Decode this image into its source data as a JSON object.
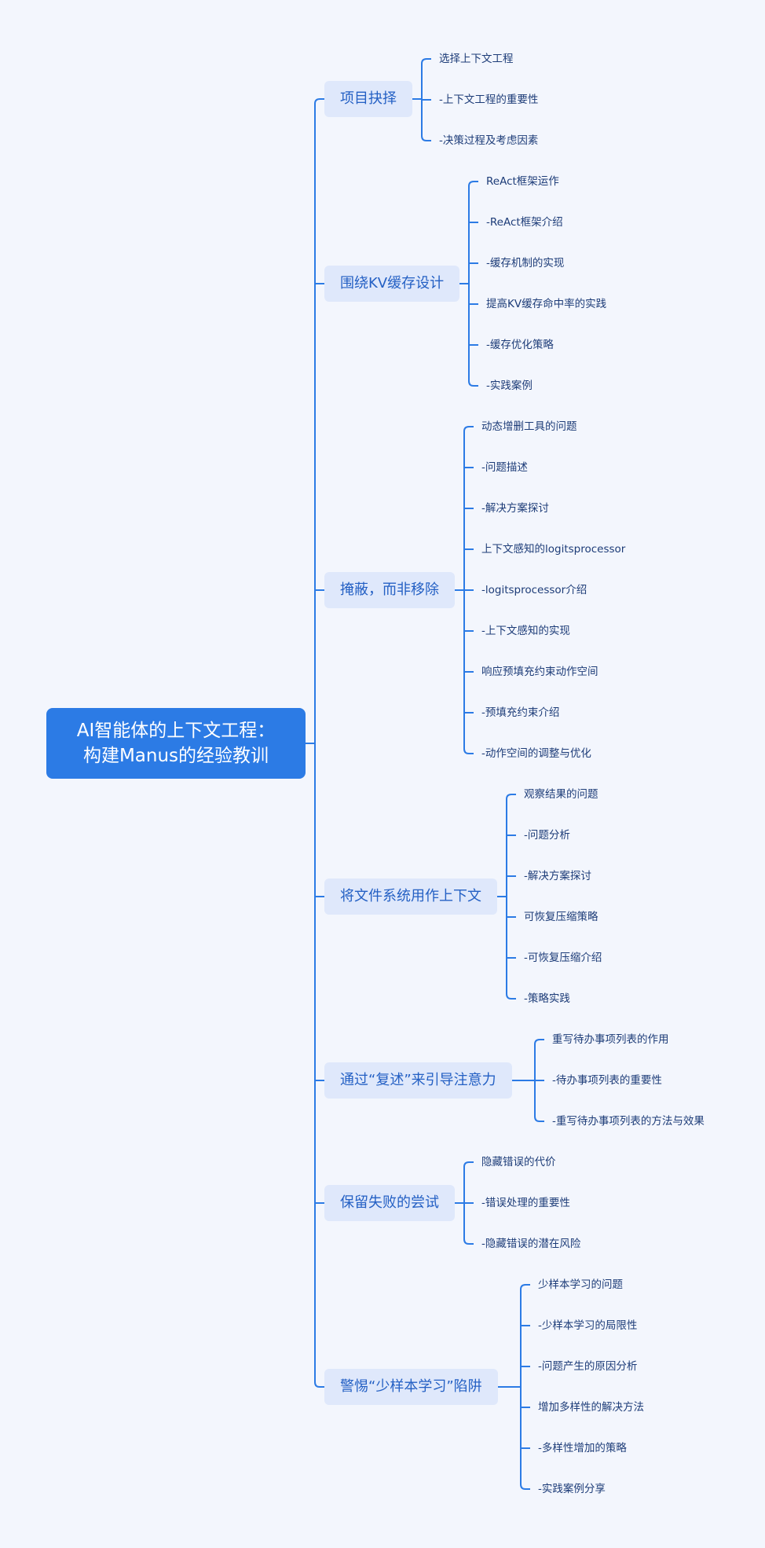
{
  "root": {
    "line1": "AI智能体的上下文工程：",
    "line2": "构建Manus的经验教训"
  },
  "branches": [
    {
      "label": "项目抉择",
      "children": [
        "选择上下文工程",
        "-上下文工程的重要性",
        "-决策过程及考虑因素"
      ]
    },
    {
      "label": "围绕KV缓存设计",
      "children": [
        "ReAct框架运作",
        "-ReAct框架介绍",
        "-缓存机制的实现",
        "提高KV缓存命中率的实践",
        "-缓存优化策略",
        "-实践案例"
      ]
    },
    {
      "label": "掩蔽，而非移除",
      "children": [
        "动态增删工具的问题",
        "-问题描述",
        "-解决方案探讨",
        "上下文感知的logitsprocessor",
        "-logitsprocessor介绍",
        "-上下文感知的实现",
        "响应预填充约束动作空间",
        "-预填充约束介绍",
        "-动作空间的调整与优化"
      ]
    },
    {
      "label": "将文件系统用作上下文",
      "children": [
        "观察结果的问题",
        "-问题分析",
        "-解决方案探讨",
        "可恢复压缩策略",
        "-可恢复压缩介绍",
        "-策略实践"
      ]
    },
    {
      "label": "通过“复述”来引导注意力",
      "children": [
        "重写待办事项列表的作用",
        "-待办事项列表的重要性",
        "-重写待办事项列表的方法与效果"
      ]
    },
    {
      "label": "保留失败的尝试",
      "children": [
        "隐藏错误的代价",
        "-错误处理的重要性",
        "-隐藏错误的潜在风险"
      ]
    },
    {
      "label": "警惕“少样本学习”陷阱",
      "children": [
        "少样本学习的问题",
        "-少样本学习的局限性",
        "-问题产生的原因分析",
        "增加多样性的解决方法",
        "-多样性增加的策略",
        "-实践案例分享"
      ]
    }
  ],
  "colors": {
    "background": "#f3f6fd",
    "root_fill": "#2c7be5",
    "branch_fill": "#dfe8fb",
    "branch_text": "#2460c4",
    "leaf_text": "#1d3c78",
    "line": "#2c7be5"
  }
}
